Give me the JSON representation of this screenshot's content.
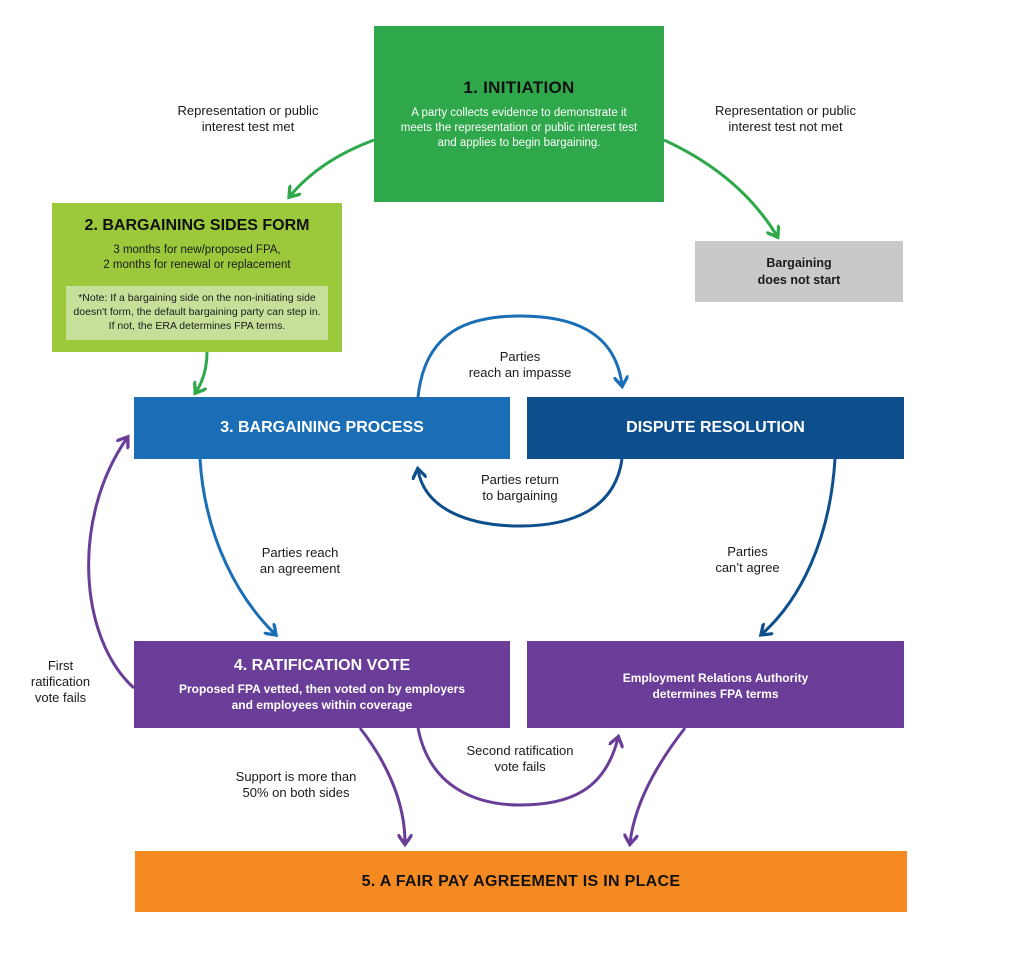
{
  "colors": {
    "green_dark": "#2ea84a",
    "green_light": "#9bc93b",
    "grey": "#c8c9cb",
    "blue": "#1a6eb6",
    "navy": "#0d4f8c",
    "purple": "#6a3e98",
    "orange": "#f58a22"
  },
  "boxes": {
    "initiation": {
      "title": "1.  INITIATION",
      "desc": "A party collects evidence to demonstrate it meets the representation or public interest test and applies to begin bargaining."
    },
    "sides": {
      "title": "2.  BARGAINING SIDES FORM",
      "desc_line1": "3 months for new/proposed FPA,",
      "desc_line2": "2 months for renewal or replacement",
      "note": "*Note: If a bargaining side on the non-initiating side doesn't form, the default bargaining party can step in. If not, the ERA determines FPA terms."
    },
    "no_start": {
      "line1": "Bargaining",
      "line2": "does not start"
    },
    "process": {
      "title": "3.  BARGAINING PROCESS"
    },
    "dispute": {
      "title": "DISPUTE RESOLUTION"
    },
    "ratify": {
      "title": "4.  RATIFICATION VOTE",
      "desc": "Proposed FPA vetted, then voted on by employers and employees within coverage"
    },
    "era": {
      "line1": "Employment Relations Authority",
      "line2": "determines FPA terms"
    },
    "fpa": {
      "title": "5.  A FAIR PAY AGREEMENT IS IN PLACE"
    }
  },
  "labels": {
    "test_met": {
      "line1": "Representation or public",
      "line2": "interest test met"
    },
    "test_not_met": {
      "line1": "Representation or public",
      "line2": "interest test not met"
    },
    "impasse": {
      "line1": "Parties",
      "line2": "reach an impasse"
    },
    "return": {
      "line1": "Parties return",
      "line2": "to bargaining"
    },
    "agreement": {
      "line1": "Parties reach",
      "line2": "an agreement"
    },
    "cant_agree": {
      "line1": "Parties",
      "line2": "can’t agree"
    },
    "first_fails": {
      "line1": "First",
      "line2": "ratification",
      "line3": "vote fails"
    },
    "support": {
      "line1": "Support is more than",
      "line2": "50% on both sides"
    },
    "second_fails": {
      "line1": "Second ratification",
      "line2": "vote fails"
    }
  }
}
